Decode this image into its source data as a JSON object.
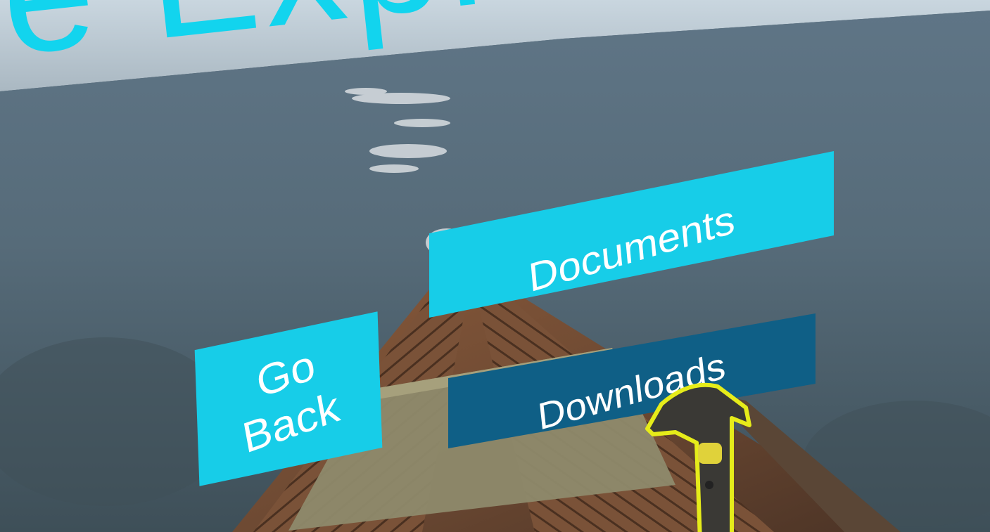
{
  "title": {
    "text": "e Explorer V"
  },
  "menu": {
    "go_back_line1": "Go",
    "go_back_line2": "Back",
    "documents_label": "Documents",
    "downloads_label": "Downloads"
  },
  "colors": {
    "accent": "#17cde8",
    "selected": "#0f5f86",
    "controller_outline": "#e6ec1a",
    "water": "#4a5a66"
  },
  "icons": {
    "controller": "vr-controller-icon"
  }
}
